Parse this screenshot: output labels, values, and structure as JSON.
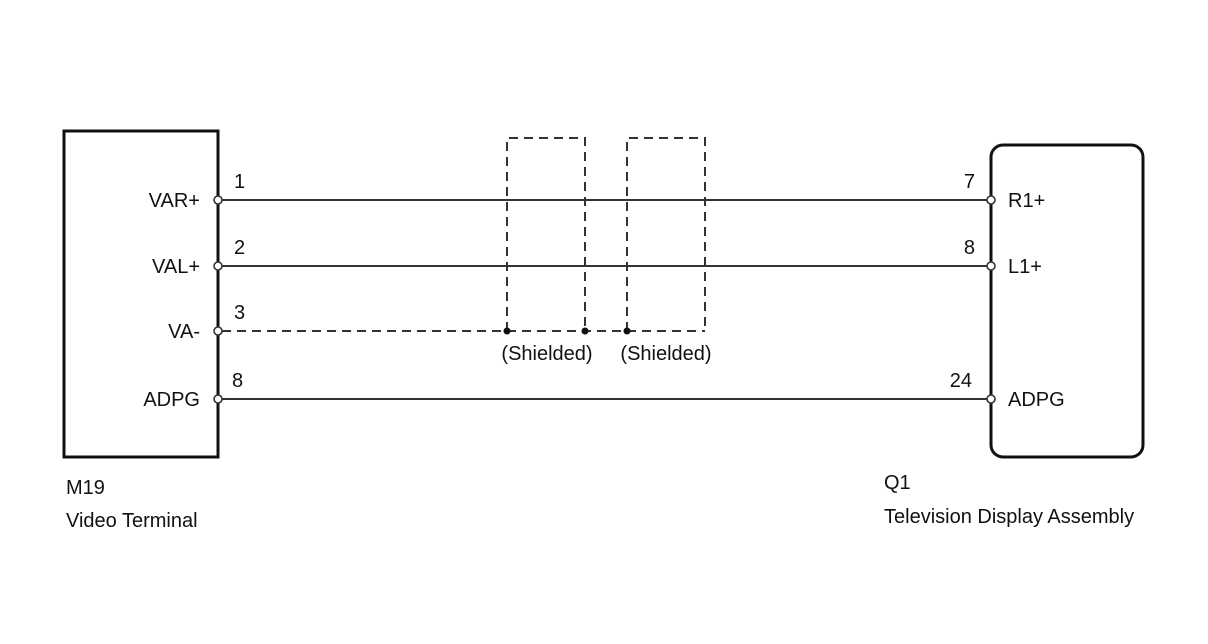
{
  "left_component": {
    "code": "M19",
    "name": "Video Terminal",
    "pins": [
      {
        "label": "VAR+",
        "number": "1"
      },
      {
        "label": "VAL+",
        "number": "2"
      },
      {
        "label": "VA-",
        "number": "3"
      },
      {
        "label": "ADPG",
        "number": "8"
      }
    ]
  },
  "right_component": {
    "code": "Q1",
    "name": "Television Display Assembly",
    "pins": [
      {
        "label": "R1+",
        "number": "7"
      },
      {
        "label": "L1+",
        "number": "8"
      },
      {
        "label": "ADPG",
        "number": "24"
      }
    ]
  },
  "shield_labels": [
    "(Shielded)",
    "(Shielded)"
  ]
}
